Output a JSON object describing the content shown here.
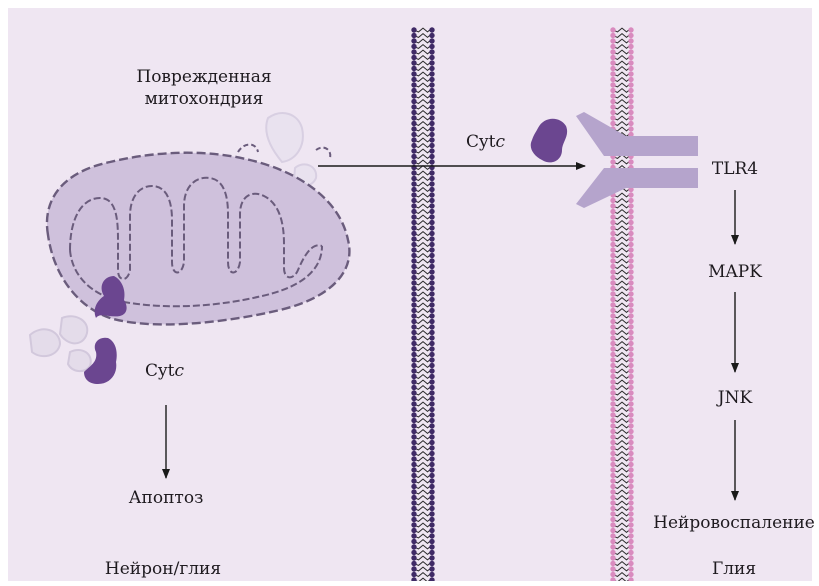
{
  "labels": {
    "damaged_mito_line1": "Поврежденная",
    "damaged_mito_line2": "митохондрия",
    "cytc_extracellular_prefix": "Cyt",
    "cytc_extracellular_suffix": "c",
    "cytc_intracellular_prefix": "Cyt",
    "cytc_intracellular_suffix": "c",
    "apoptosis": "Апоптоз",
    "tlr4": "TLR4",
    "mapk": "MAPK",
    "jnk": "JNK",
    "neuroinflammation": "Нейровоспаление",
    "neuron_glia": "Нейрон/глия",
    "glia": "Глия"
  },
  "colors": {
    "background": "#ffffff",
    "panel": "#efe6f2",
    "left_membrane_head": "#3f2a66",
    "right_membrane_head": "#d98bbf",
    "mitochondrion_fill": "#cfc1dc",
    "mitochondrion_stroke": "#6a5c7c",
    "cytc": "#6b4690",
    "tlr4_receptor": "#b5a4cc",
    "arrow": "#1a1a1a"
  }
}
